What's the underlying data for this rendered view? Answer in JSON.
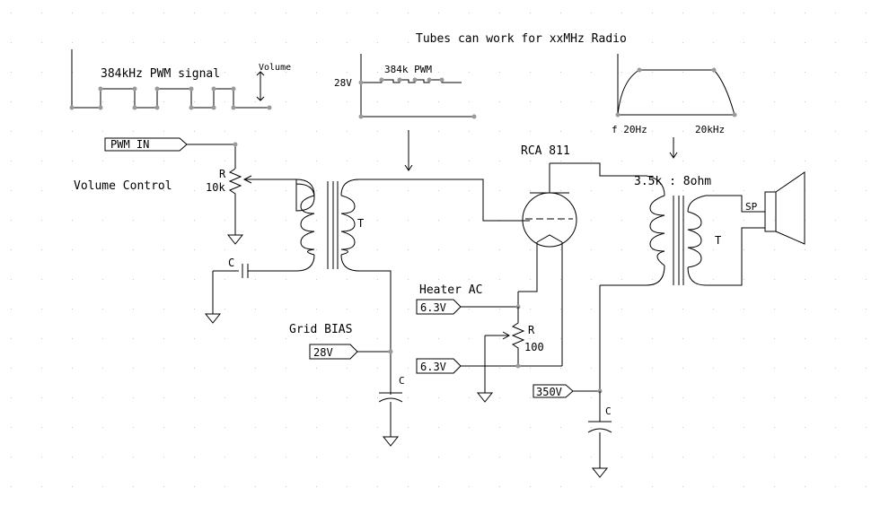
{
  "colors": {
    "grid_dot": "#c8c8c8",
    "wire": "#000000",
    "node": "#9a9a9a",
    "background": "#ffffff"
  },
  "texts": {
    "title": "Tubes can work for xxMHz Radio",
    "pwm_signal_label": "384kHz PWM signal",
    "volume_label": "Volume",
    "pwm_small_label": "384k PWM",
    "v28_label": "28V",
    "f_label": "f 20Hz",
    "f_high_label": "20kHz",
    "pwm_in_label": "PWM_IN",
    "pot_r_label": "R",
    "pot_value": "10k",
    "volume_control_label": "Volume Control",
    "cap_c_label": "C",
    "t1_label": "T",
    "tube_label": "RCA 811",
    "ratio_label": "3.5k : 8ohm",
    "sp_label": "SP",
    "t2_label": "T",
    "heater_label": "Heater AC",
    "heater_v1": "6.3V",
    "heater_v2": "6.3V",
    "r100_r": "R",
    "r100_value": "100",
    "grid_bias_label": "Grid BIAS",
    "bias_v": "28V",
    "bias_c": "C",
    "plate_v": "350V",
    "plate_c": "C"
  }
}
